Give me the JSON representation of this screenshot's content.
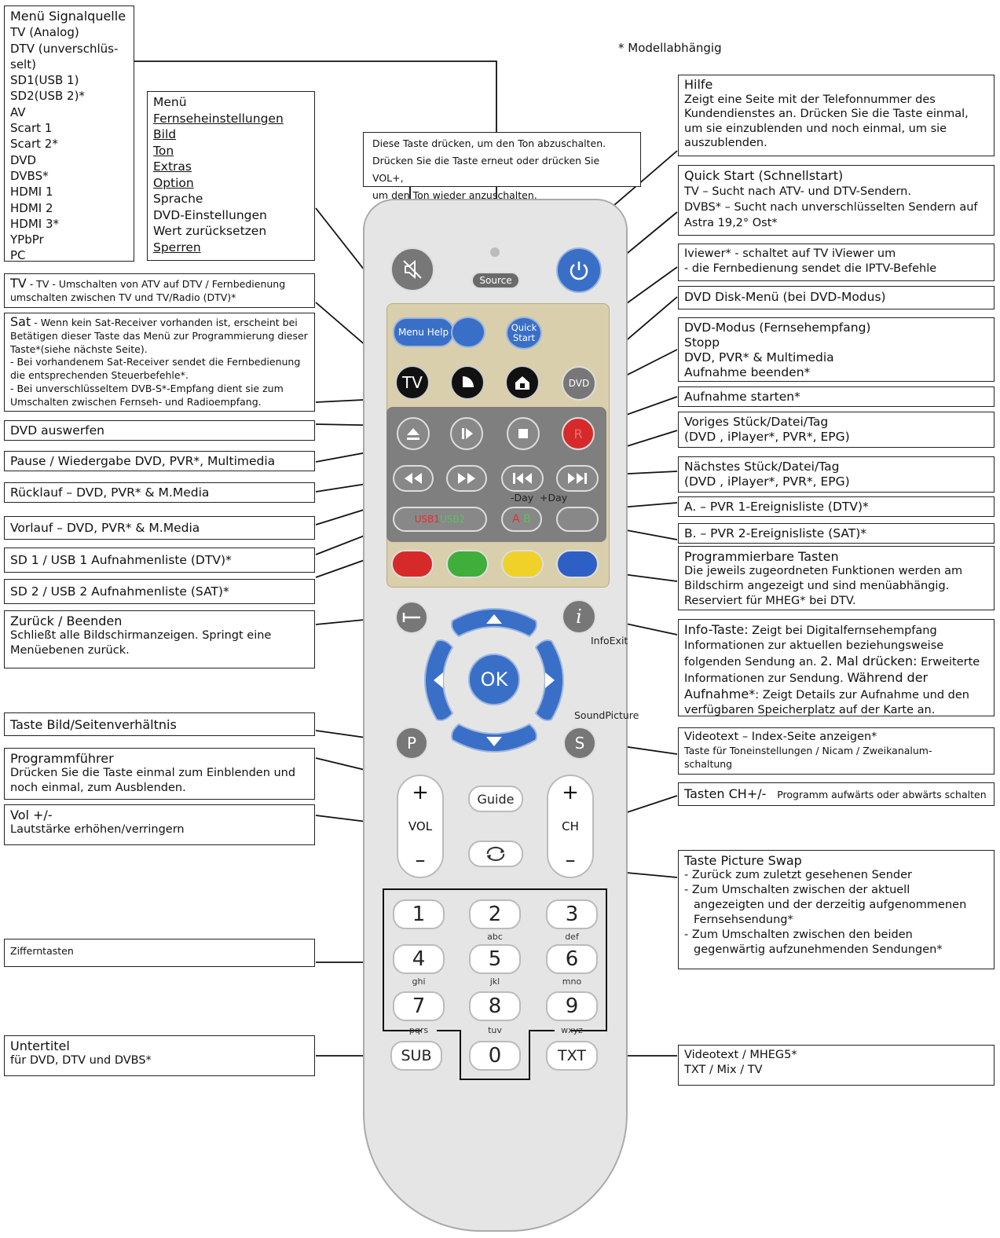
{
  "note_model": "* Modellabhängig",
  "left": {
    "signal": {
      "title": "Menü Signalquelle",
      "items": [
        "TV (Analog)",
        "DTV (unverschlüs-",
        "selt)",
        "SD1(USB 1)",
        "SD2(USB 2)*",
        "AV",
        "Scart 1",
        "Scart 2*",
        "DVD",
        "DVBS*",
        "HDMI 1",
        "HDMI 2",
        "HDMI 3*",
        "YPbPr",
        "PC"
      ]
    },
    "menu": {
      "title": "Menü",
      "items": [
        "Fernseheinstellungen",
        "Bild",
        "Ton",
        "Extras",
        "Option",
        "Sprache",
        "DVD-Einstellungen",
        "Wert zurücksetzen",
        "Sperren"
      ]
    },
    "mute": {
      "l1": "Diese Taste drücken, um den Ton abzuschalten.",
      "l2": "Drücken Sie die Taste erneut oder drücken Sie VOL+,",
      "l3": "um den Ton wieder anzuschalten."
    },
    "tv": {
      "title": "TV",
      "text": "- TV - Umschalten von ATV auf DTV / Fernbedienung",
      "text2": "umschalten zwischen TV und TV/Radio (DTV)*"
    },
    "sat": {
      "title": "Sat",
      "l1": "- Wenn kein Sat-Receiver vorhanden ist, erscheint bei",
      "l2": "Betätigen dieser Taste das Menü zur Programmierung dieser",
      "l3": "Taste*(siehe nächste Seite).",
      "l4": "- Bei vorhandenem Sat-Receiver sendet die Fernbedienung",
      "l5": "die entsprechenden Steuerbefehle*.",
      "l6": "- Bei unverschlüsseltem DVB-S*-Empfang dient sie zum",
      "l7": "Umschalten zwischen Fernseh- und Radioempfang."
    },
    "eject": "DVD auswerfen",
    "pause": "Pause / Wiedergabe DVD, PVR*, Multimedia",
    "rew": "Rücklauf – DVD, PVR* & M.Media",
    "fwd": "Vorlauf – DVD, PVR* & M.Media",
    "sd1": "SD 1 / USB 1 Aufnahmenliste (DTV)*",
    "sd2": "SD 2 / USB 2 Aufnahmenliste (SAT)*",
    "back": {
      "title": "Zurück / Beenden",
      "l1": "Schließt alle Bildschirmanzeigen. Springt eine",
      "l2": "Menüebenen zurück."
    },
    "aspect": "Taste Bild/Seitenverhältnis",
    "guide": {
      "title": "Programmführer",
      "l1": "Drücken Sie die Taste einmal zum Einblenden und",
      "l2": "noch einmal, zum Ausblenden."
    },
    "vol": {
      "title": "Vol +/-",
      "l1": "Lautstärke erhöhen/verringern"
    },
    "digits": "Zifferntasten",
    "subtitle": {
      "title": "Untertitel",
      "l1": "für DVD, DTV und DVBS*"
    }
  },
  "right": {
    "help": {
      "title": "Hilfe",
      "l1": "Zeigt eine Seite mit der Telefonnummer des",
      "l2": "Kundendienstes an. Drücken Sie die Taste einmal,",
      "l3": "um sie einzublenden und noch einmal, um sie",
      "l4": "auszublenden."
    },
    "quick": {
      "title": "Quick Start (Schnellstart)",
      "l1": "TV – Sucht nach ATV- und DTV-Sendern.",
      "l2": "DVBS* – Sucht nach unverschlüsselten Sendern auf",
      "l3": "Astra 19,2° Ost*"
    },
    "iviewer": {
      "l1": "Iviewer* - schaltet auf TV iViewer um",
      "l2": "- die Fernbedienung sendet die IPTV-Befehle"
    },
    "dvdmenu": "DVD Disk-Menü (bei DVD-Modus)",
    "dvdmode": {
      "l1": "DVD-Modus  (Fernsehempfang)",
      "l2": "Stopp",
      "l3": "DVD, PVR* & Multimedia",
      "l4": "Aufnahme beenden*"
    },
    "rec": "Aufnahme starten*",
    "prev": {
      "l1": "Voriges Stück/Datei/Tag",
      "l2": "(DVD , iPlayer*, PVR*, EPG)"
    },
    "next": {
      "l1": "Nächstes Stück/Datei/Tag",
      "l2": "(DVD  , iPlayer*, PVR*, EPG)"
    },
    "a": "A. – PVR 1-Ereignisliste (DTV)*",
    "b": "B. – PVR 2-Ereignisliste (SAT)*",
    "prog": {
      "title": "Programmierbare Tasten",
      "l1": "Die jeweils zugeordneten Funktionen werden am",
      "l2": "Bildschirm angezeigt und sind menüabhängig.",
      "l3": "Reserviert für MHEG* bei DTV."
    },
    "info": {
      "l1a": "Info-Taste:",
      "l1b": " Zeigt bei Digitalfernsehempfang",
      "l2": "Informationen zur aktuellen beziehungsweise",
      "l3a": "folgenden Sendung an. ",
      "l3b": "2. Mal drücken:",
      "l3c": " Erweiterte",
      "l4a": "Informationen zur Sendung. ",
      "l4b": "Während der",
      "l5a": "Aufnahme*",
      "l5b": ": Zeigt Details zur Aufnahme und den",
      "l6": "verfügbaren Speicherplatz auf der Karte an."
    },
    "vt": {
      "l1": "Videotext – Index-Seite anzeigen*",
      "l2": "Taste für Toneinstellungen / Nicam / Zweikanalum-",
      "l3": "schaltung"
    },
    "ch": {
      "l1": "Tasten CH+/-",
      "l2": "Programm aufwärts oder abwärts schalten"
    },
    "swap": {
      "title": "Taste Picture Swap",
      "l1": "- Zurück zum zuletzt gesehenen Sender",
      "l2": "- Zum Umschalten zwischen der aktuell",
      "l3": "angezeigten und der derzeitig aufgenommenen",
      "l4": "Fernsehsendung*",
      "l5": "- Zum Umschalten zwischen den beiden",
      "l6": "gegenwärtig aufzunehmenden Sendungen*"
    },
    "txt": {
      "l1": "Videotext / MHEG5*",
      "l2": "TXT / Mix / TV"
    }
  },
  "remote": {
    "source": "Source",
    "menu_help": "Menu Help",
    "quick": "Quick",
    "start": "Start",
    "tv": "TV",
    "dvd": "DVD",
    "rec": "R",
    "day_minus": "-Day",
    "day_plus": "+Day",
    "usb1": "USB1",
    "usb2": "USB2",
    "a": "A",
    "b": "B",
    "infoexit": "InfoExit",
    "ok": "OK",
    "soundpicture": "SoundPicture",
    "p": "P",
    "s": "S",
    "guide": "Guide",
    "plus": "+",
    "minus": "–",
    "vol": "VOL",
    "ch": "CH",
    "keys": [
      "1",
      "2",
      "3",
      "4",
      "5",
      "6",
      "7",
      "8",
      "9",
      "0"
    ],
    "sublabels": [
      "abc",
      "def",
      "ghi",
      "jkl",
      "mno",
      "pqrs",
      "tuv",
      "wxyz"
    ],
    "sub": "SUB",
    "txt": "TXT",
    "i": "i"
  },
  "colors": {
    "red": "#d62a2a",
    "green": "#3fae3a",
    "yellow": "#f0d12a",
    "blue": "#2e5fc4",
    "accent_blue": "#3a6fc7"
  }
}
